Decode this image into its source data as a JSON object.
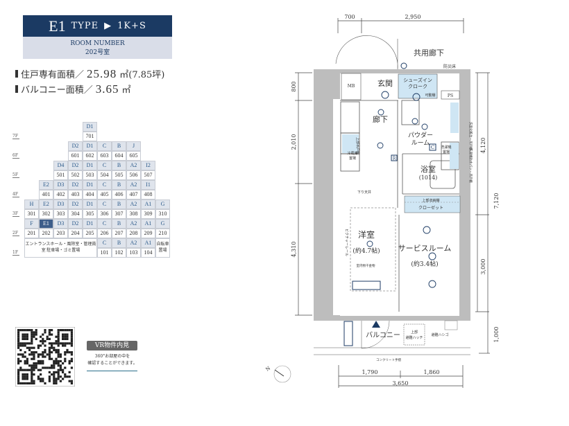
{
  "header": {
    "type_code": "E1",
    "type_word": "TYPE",
    "arrow": "▶",
    "layout": "1K+S",
    "room_number_label": "ROOM NUMBER",
    "room_number": "202号室"
  },
  "areas": [
    {
      "label": "住戸専有面積／",
      "value": "25.98",
      "unit": "㎡(7.85坪)"
    },
    {
      "label": "バルコニー面積／",
      "value": "3.65",
      "unit": "㎡"
    }
  ],
  "building": {
    "highlight": "202",
    "floors": [
      {
        "label": "7F",
        "start": 4,
        "types": [
          "D1"
        ],
        "nums": [
          "701"
        ]
      },
      {
        "label": "6F",
        "start": 3,
        "types": [
          "D2",
          "D1",
          "C",
          "B",
          "J"
        ],
        "nums": [
          "601",
          "602",
          "603",
          "604",
          "605"
        ]
      },
      {
        "label": "5F",
        "start": 2,
        "types": [
          "D4",
          "D2",
          "D1",
          "C",
          "B",
          "A2",
          "I2"
        ],
        "nums": [
          "501",
          "502",
          "503",
          "504",
          "505",
          "506",
          "507"
        ]
      },
      {
        "label": "4F",
        "start": 1,
        "types": [
          "E2",
          "D3",
          "D2",
          "D1",
          "C",
          "B",
          "A2",
          "I1"
        ],
        "nums": [
          "401",
          "402",
          "403",
          "404",
          "405",
          "406",
          "407",
          "408"
        ]
      },
      {
        "label": "3F",
        "start": 0,
        "types": [
          "H",
          "E2",
          "D3",
          "D2",
          "D1",
          "C",
          "B",
          "A2",
          "A1",
          "G"
        ],
        "nums": [
          "301",
          "302",
          "303",
          "304",
          "305",
          "306",
          "307",
          "308",
          "309",
          "310"
        ]
      },
      {
        "label": "2F",
        "start": 0,
        "types": [
          "F",
          "E1",
          "D3",
          "D2",
          "D1",
          "C",
          "B",
          "A2",
          "A1",
          "G"
        ],
        "nums": [
          "201",
          "202",
          "203",
          "204",
          "205",
          "206",
          "207",
          "208",
          "209",
          "210"
        ]
      },
      {
        "label": "1F",
        "start": 5,
        "types": [
          "C",
          "B",
          "A2",
          "A1"
        ],
        "nums": [
          "101",
          "102",
          "103",
          "104"
        ]
      }
    ],
    "ground_note": "エントランスホール・風除室・管理員室 駐車場・ゴミ置場",
    "bike_note": "自転車置場"
  },
  "vr": {
    "badge": "VR物件内見",
    "line1": "360°お部屋の中を",
    "line2": "確認することができます。"
  },
  "plan": {
    "dims": {
      "top_a": "700",
      "top_b": "2,950",
      "left_a": "800",
      "left_b": "2,010",
      "left_c": "4,310",
      "right_a": "4,120",
      "right_b": "3,000",
      "right_total": "7,120",
      "right_balcony": "1,000",
      "bottom_a": "1,790",
      "bottom_b": "1,860",
      "bottom_total": "3,650"
    },
    "labels": {
      "corridor": "共用廊下",
      "fire_floor": "防災床",
      "mb": "MB",
      "entrance": "玄関",
      "shoes1": "シューズイン",
      "shoes2": "クローク",
      "shelf": "可動棚",
      "ps": "PS",
      "hall": "廊下",
      "powder1": "パウダー",
      "powder2": "ルーム",
      "c_mark": "C",
      "r_mark": "R",
      "bath": "浴室",
      "bath_size": "(1014)",
      "fridge1": "冷蔵庫",
      "fridge2": "置場",
      "shelf_up": "上部吊戸棚",
      "washer1": "洗濯機",
      "washer2": "置場",
      "drop_ceiling": "下り天井",
      "closet_top": "上部収納棚",
      "closet": "クローゼット",
      "western": "洋室",
      "western_size": "(約4.7帖)",
      "service": "サービスルーム",
      "service_size": "(約3.4帖)",
      "picture_rail": "ピクチャーレール",
      "drying": "室内物干金物",
      "balcony": "バルコニー",
      "hatch1": "上部",
      "hatch2": "避難ハッチ",
      "ladder": "避難ハシゴ",
      "rail": "コンクリート手摺",
      "side1": "洗面化粧台・吊戸棚",
      "side2": "洗濯機防水パン・吊戸棚"
    },
    "colors": {
      "accent": "#1b3a63",
      "closet": "#cfe6f4",
      "wall": "#bdbdbd"
    }
  }
}
